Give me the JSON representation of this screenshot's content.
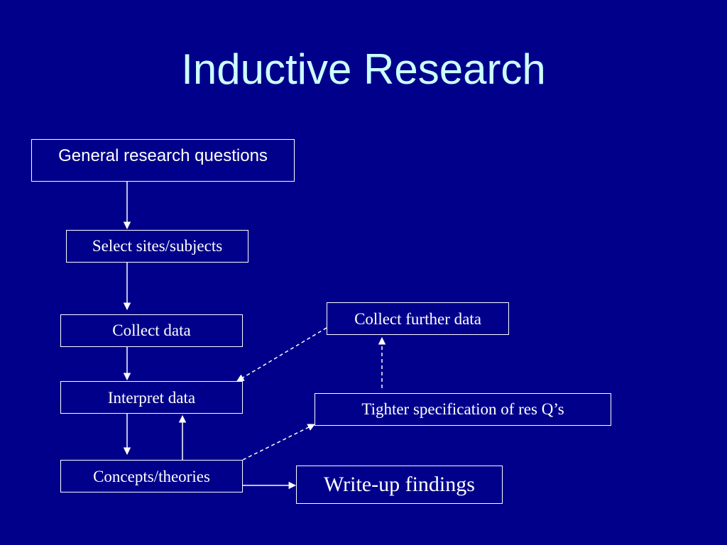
{
  "slide": {
    "title": "Inductive Research"
  },
  "diagram": {
    "nodes": {
      "general_questions": "General research questions",
      "select_sites": "Select sites/subjects",
      "collect_data": "Collect data",
      "interpret_data": "Interpret data",
      "concepts_theories": "Concepts/theories",
      "collect_further": "Collect further data",
      "tighter_spec": "Tighter specification of res Q’s",
      "write_up": "Write-up findings"
    },
    "edges": [
      {
        "from": "general_questions",
        "to": "select_sites",
        "style": "solid"
      },
      {
        "from": "select_sites",
        "to": "collect_data",
        "style": "solid"
      },
      {
        "from": "collect_data",
        "to": "interpret_data",
        "style": "solid"
      },
      {
        "from": "interpret_data",
        "to": "concepts_theories",
        "style": "solid"
      },
      {
        "from": "concepts_theories",
        "to": "interpret_data",
        "style": "solid"
      },
      {
        "from": "concepts_theories",
        "to": "write_up",
        "style": "solid"
      },
      {
        "from": "concepts_theories",
        "to": "tighter_spec",
        "style": "dashed"
      },
      {
        "from": "tighter_spec",
        "to": "collect_further",
        "style": "dashed"
      },
      {
        "from": "collect_further",
        "to": "interpret_data",
        "style": "dashed"
      }
    ],
    "colors": {
      "background": "#00008b",
      "title": "#ccffff",
      "lines": "#ffffff"
    }
  }
}
